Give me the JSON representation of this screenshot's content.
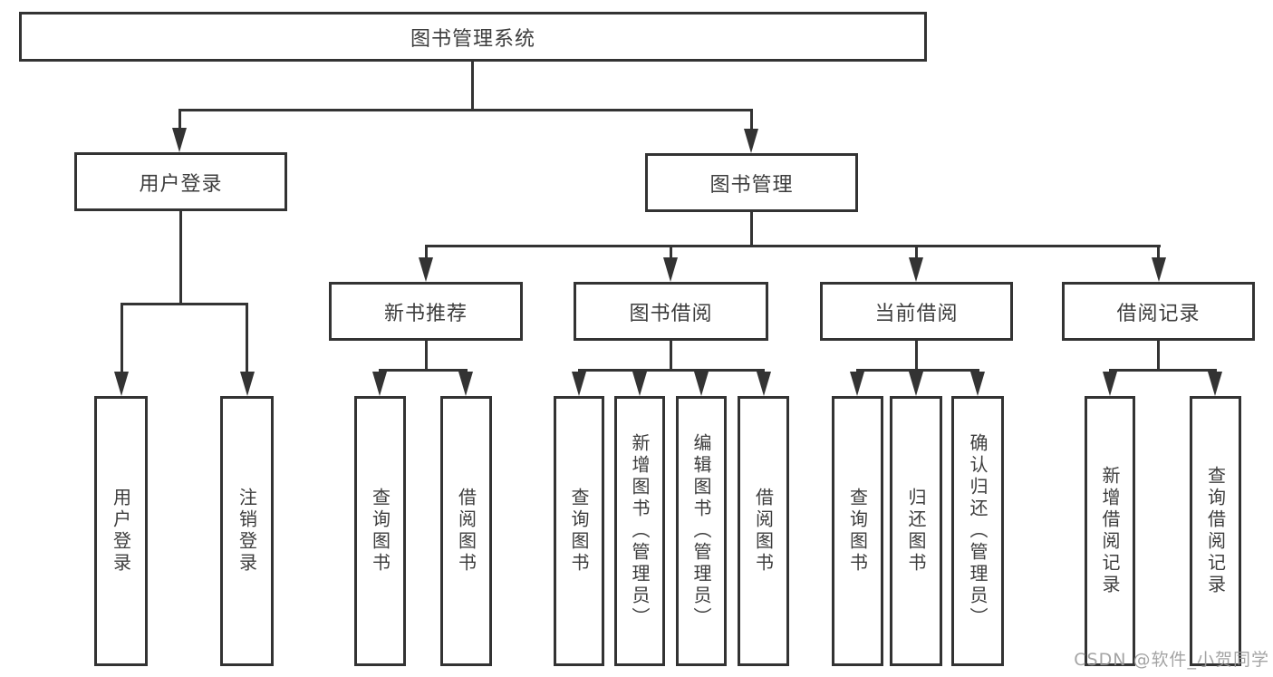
{
  "diagram": {
    "nodes": {
      "root": "图书管理系统",
      "user_login": "用户登录",
      "book_mgmt": "图书管理",
      "new_book_rec": "新书推荐",
      "book_borrow": "图书借阅",
      "current_borrow": "当前借阅",
      "borrow_records": "借阅记录",
      "leaf_user_login": "用户登录",
      "leaf_logout": "注销登录",
      "rec_query_books": "查询图书",
      "rec_borrow_books": "借阅图书",
      "bb_query_books": "查询图书",
      "bb_add_books": "新增图书（管理员）",
      "bb_edit_books": "编辑图书（管理员）",
      "bb_borrow_books": "借阅图书",
      "cb_query_books": "查询图书",
      "cb_return_books": "归还图书",
      "cb_confirm_return": "确认归还（管理员）",
      "br_add_record": "新增借阅记录",
      "br_query_record": "查询借阅记录"
    },
    "colors": {
      "line": "#333333",
      "text": "#3d3d3d",
      "background": "#ffffff",
      "watermark": "#9a9a9a"
    }
  },
  "watermark": "CSDN @软件_小贺同学"
}
